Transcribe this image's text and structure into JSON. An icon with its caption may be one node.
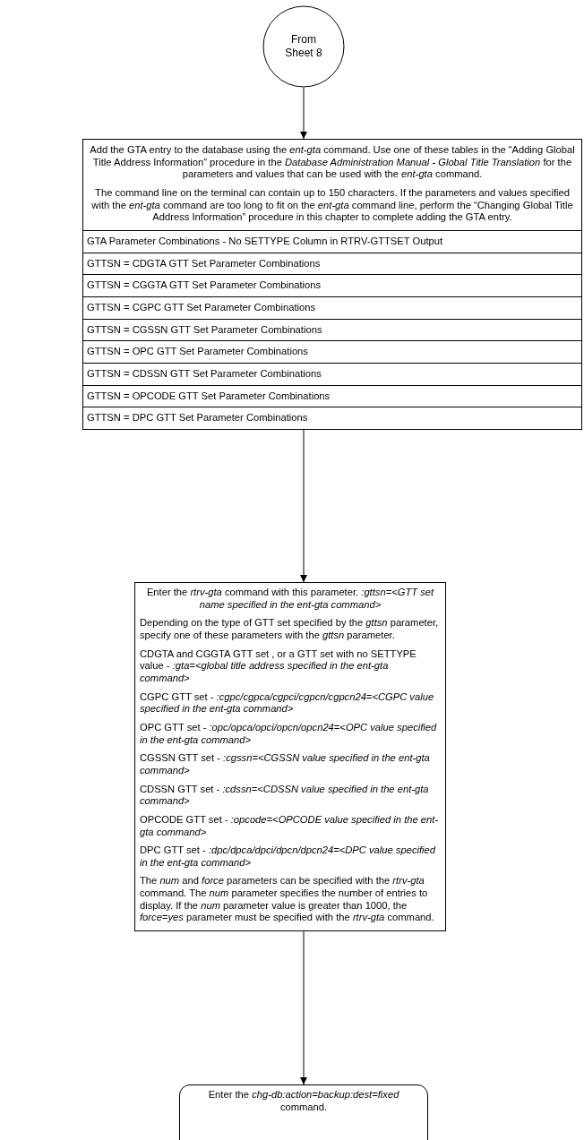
{
  "diagram": {
    "nodes": [
      {
        "text": [
          "From Sheet 8"
        ]
      },
      {
        "text": [
          "Add the GTA entry to the database using the *ent-gta* command. Use one of these tables in the “Adding Global Title Address Information” procedure in the *Database Administration Manual - Global Title Translation* for the parameters and values that can be used with the *ent-gta* command.",
          "The command line on the terminal can contain up to 150 characters. If the parameters and values specified with the *ent-gta* command are too long to fit on the *ent-gta* command line, perform the “Changing Global Title Address Information” procedure in this chapter to complete adding the GTA entry.",
          "GTA Parameter Combinations - No SETTYPE Column in RTRV-GTTSET Output",
          "GTTSN = CDGTA GTT Set Parameter Combinations",
          "GTTSN = CGGTA GTT Set Parameter Combinations",
          "GTTSN = CGPC GTT Set Parameter Combinations",
          "GTTSN = CGSSN GTT Set Parameter Combinations",
          "GTTSN = OPC GTT Set Parameter Combinations",
          "GTTSN = CDSSN GTT Set Parameter Combinations",
          "GTTSN = OPCODE GTT Set Parameter Combinations",
          "GTTSN = DPC GTT Set Parameter Combinations"
        ]
      },
      {
        "text": [
          "Enter the *rtrv-gta* command with this parameter. *:gttsn=<GTT set name specified in the ent-gta command>*",
          "Depending on the type of GTT set specified by the *gttsn* parameter, specify one of these parameters with the *gttsn* parameter.",
          "CDGTA and CGGTA GTT set , or a GTT set with no SETTYPE value - *:gta=<global title address specified in the ent-gta command>*",
          "CGPC GTT set - *:cgpc/cgpca/cgpci/cgpcn/cgpcn24=<CGPC value specified in the ent-gta command>*",
          "OPC GTT set - *:opc/opca/opci/opcn/opcn24=<OPC value specified in the ent-gta command>*",
          "CGSSN GTT set - *:cgssn=<CGSSN value specified in the ent-gta command>*",
          "CDSSN GTT set - *:cdssn=<CDSSN value specified in the ent-gta command>*",
          "OPCODE GTT set - *:opcode=<OPCODE value specified in the ent-gta command>*",
          "DPC GTT set - *:dpc/dpca/dpci/dpcn/dpcn24=<DPC value specified in the ent-gta command>*",
          "The *num* and *force* parameters can be specified with the *rtrv-gta* command. The *num* parameter specifies the number of entries to display. If the *num* parameter value is greater than 1000, the *force=yes* parameter must be specified with the *rtrv-gta* command."
        ]
      },
      {
        "text": [
          "Enter the *chg-db:action=backup:dest=fixed* command."
        ]
      }
    ],
    "edges": [
      {
        "from": 0,
        "to": 1,
        "arrow": "to"
      },
      {
        "from": 1,
        "to": 2,
        "arrow": "to"
      },
      {
        "from": 2,
        "to": 3,
        "arrow": "to"
      }
    ]
  }
}
